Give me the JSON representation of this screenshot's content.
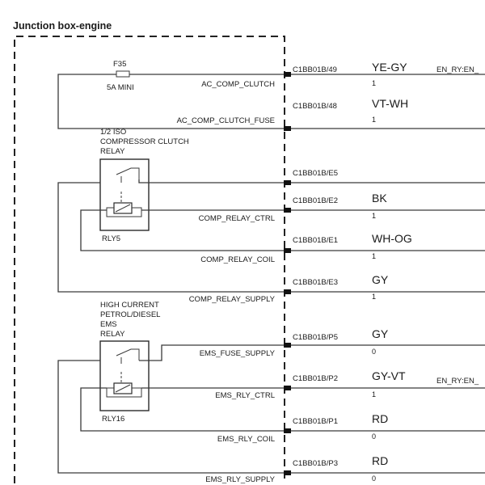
{
  "title": "Junction box-engine",
  "fuse": {
    "id": "F35",
    "rating": "5A MINI"
  },
  "relay1": {
    "desc": [
      "1/2 ISO",
      "COMPRESSOR CLUTCH",
      "RELAY"
    ],
    "id": "RLY5"
  },
  "relay2": {
    "desc": [
      "HIGH CURRENT",
      "PETROL/DIESEL",
      "EMS",
      "RELAY"
    ],
    "id": "RLY16"
  },
  "rows": [
    {
      "signal": "AC_COMP_CLUTCH",
      "pin": "C1BB01B/49",
      "color": "YE-GY",
      "num": "1",
      "dest": "EN_RY:EN_"
    },
    {
      "signal": "AC_COMP_CLUTCH_FUSE",
      "pin": "C1BB01B/48",
      "color": "VT-WH",
      "num": "1",
      "dest": ""
    },
    {
      "signal": "",
      "pin": "C1BB01B/E5",
      "color": "",
      "num": "",
      "dest": ""
    },
    {
      "signal": "COMP_RELAY_CTRL",
      "pin": "C1BB01B/E2",
      "color": "BK",
      "num": "1",
      "dest": ""
    },
    {
      "signal": "COMP_RELAY_COIL",
      "pin": "C1BB01B/E1",
      "color": "WH-OG",
      "num": "1",
      "dest": ""
    },
    {
      "signal": "COMP_RELAY_SUPPLY",
      "pin": "C1BB01B/E3",
      "color": "GY",
      "num": "1",
      "dest": ""
    },
    {
      "signal": "EMS_FUSE_SUPPLY",
      "pin": "C1BB01B/P5",
      "color": "GY",
      "num": "0",
      "dest": ""
    },
    {
      "signal": "EMS_RLY_CTRL",
      "pin": "C1BB01B/P2",
      "color": "GY-VT",
      "num": "1",
      "dest": "EN_RY:EN_"
    },
    {
      "signal": "EMS_RLY_COIL",
      "pin": "C1BB01B/P1",
      "color": "RD",
      "num": "0",
      "dest": ""
    },
    {
      "signal": "EMS_RLY_SUPPLY",
      "pin": "C1BB01B/P3",
      "color": "RD",
      "num": "0",
      "dest": ""
    }
  ]
}
